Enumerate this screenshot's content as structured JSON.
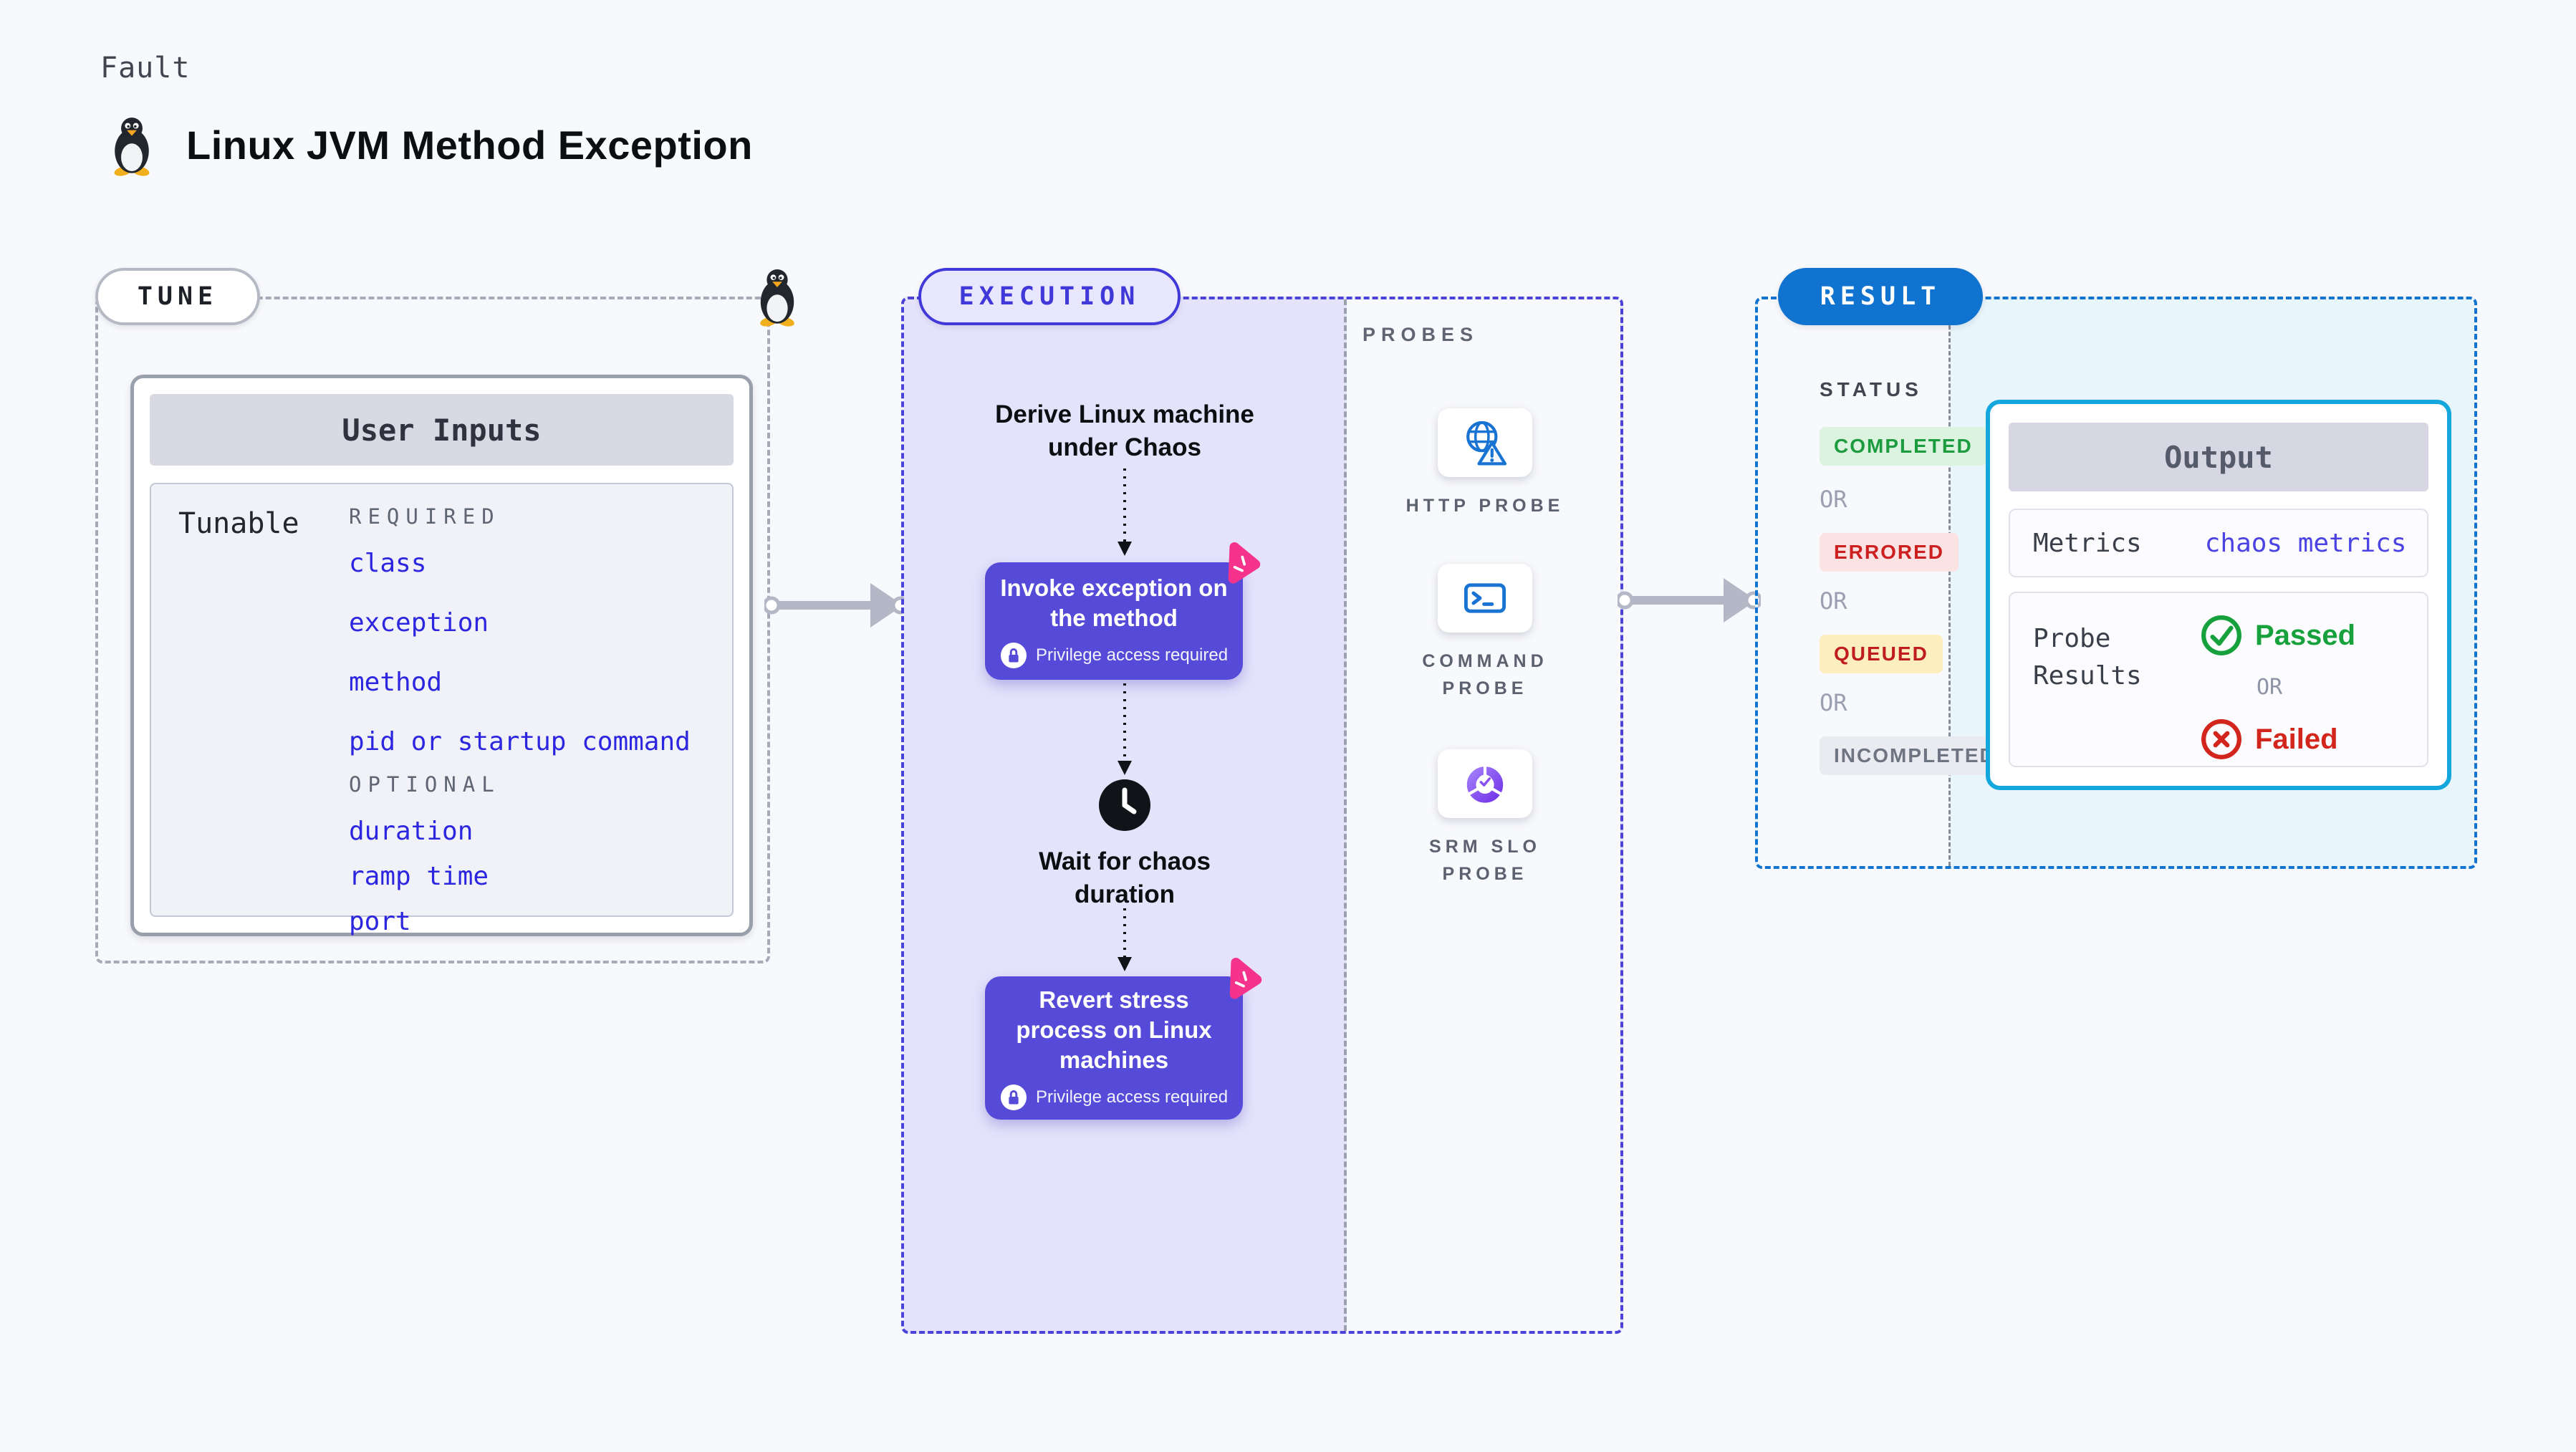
{
  "header": {
    "eyebrow": "Fault",
    "title": "Linux JVM Method Exception"
  },
  "tune": {
    "badge": "TUNE",
    "card_title": "User Inputs",
    "row_label": "Tunable",
    "required_label": "REQUIRED",
    "optional_label": "OPTIONAL",
    "required_items": [
      {
        "label": "class"
      },
      {
        "label": "exception"
      },
      {
        "label": "method"
      },
      {
        "label": "pid or startup command"
      }
    ],
    "optional_items": [
      {
        "label": "duration"
      },
      {
        "label": "ramp time"
      },
      {
        "label": "port"
      }
    ]
  },
  "execution": {
    "badge": "EXECUTION",
    "step_derive": "Derive Linux machine under Chaos",
    "action1_title": "Invoke exception on the method",
    "action1_note": "Privilege access required",
    "wait_label": "Wait for chaos duration",
    "action2_title": "Revert stress process on Linux machines",
    "action2_note": "Privilege access required"
  },
  "probes": {
    "panel_label": "PROBES",
    "items": [
      {
        "label": "HTTP PROBE",
        "icon": "globe-alert-icon"
      },
      {
        "label": "COMMAND PROBE",
        "icon": "terminal-icon"
      },
      {
        "label": "SRM SLO PROBE",
        "icon": "slo-donut-check-icon"
      }
    ]
  },
  "result": {
    "badge": "RESULT",
    "status_label": "STATUS",
    "or_label": "OR",
    "statuses": [
      {
        "label": "COMPLETED",
        "fg": "#1d9b3f",
        "bg": "#dcf3df"
      },
      {
        "label": "ERRORED",
        "fg": "#cc2020",
        "bg": "#fbe3e3"
      },
      {
        "label": "QUEUED",
        "fg": "#bf1d1d",
        "bg": "#fdeec0"
      },
      {
        "label": "INCOMPLETED",
        "fg": "#6e7482",
        "bg": "#eaebf1"
      }
    ],
    "output": {
      "title": "Output",
      "metrics_label": "Metrics",
      "metrics_value": "chaos metrics",
      "probe_results_label": "Probe Results",
      "passed_label": "Passed",
      "or_label": "OR",
      "failed_label": "Failed"
    }
  },
  "colors": {
    "accent_indigo": "#4b42d9",
    "action_purple": "#564bd8",
    "result_blue": "#1173d0",
    "output_cyan": "#14a7de",
    "pink": "#f5338c",
    "success_green": "#1d9b3f",
    "error_red": "#cc2020",
    "queued_yellow_bg": "#fdeec0",
    "lavender_fill": "#e5e3fb",
    "result_fill": "#e8f5fb",
    "param_blue": "#2d26e0"
  }
}
